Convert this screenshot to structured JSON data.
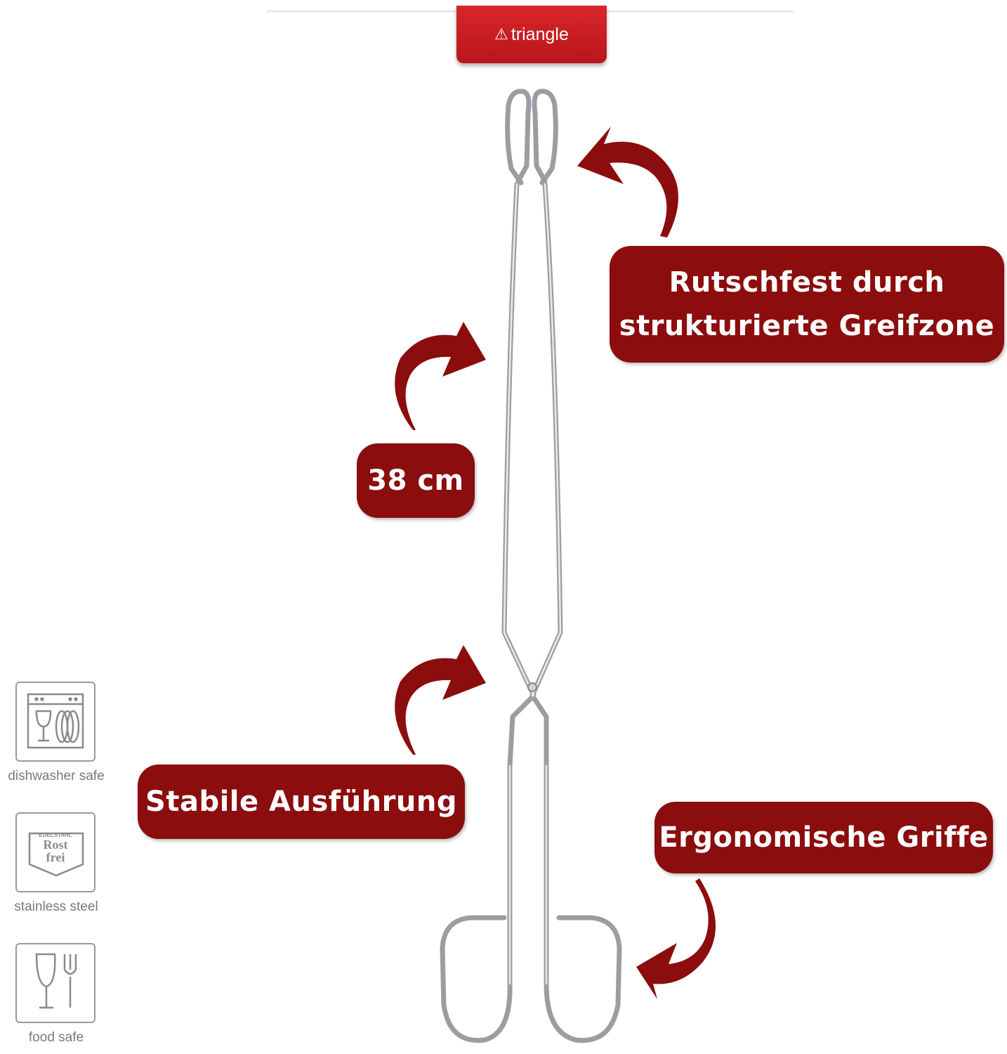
{
  "brand": {
    "name": "triangle"
  },
  "callouts": {
    "grip_zone": {
      "line1": "Rutschfest durch",
      "line2": "strukturierte Greifzone"
    },
    "length": "38 cm",
    "sturdy": "Stabile Ausführung",
    "handles": "Ergonomische Griffe"
  },
  "badges": [
    {
      "icon": "dishwasher-icon",
      "label": "dishwasher safe"
    },
    {
      "icon": "rost-frei-icon",
      "label": "stainless steel",
      "icon_text_top": "EDELSTAHL",
      "icon_text_mid": "Rost",
      "icon_text_bottom": "frei"
    },
    {
      "icon": "glass-fork-icon",
      "label": "food safe"
    }
  ],
  "colors": {
    "callout": "#8b0d0e",
    "brand": "#c81c21",
    "steel": "#a9adb1"
  }
}
